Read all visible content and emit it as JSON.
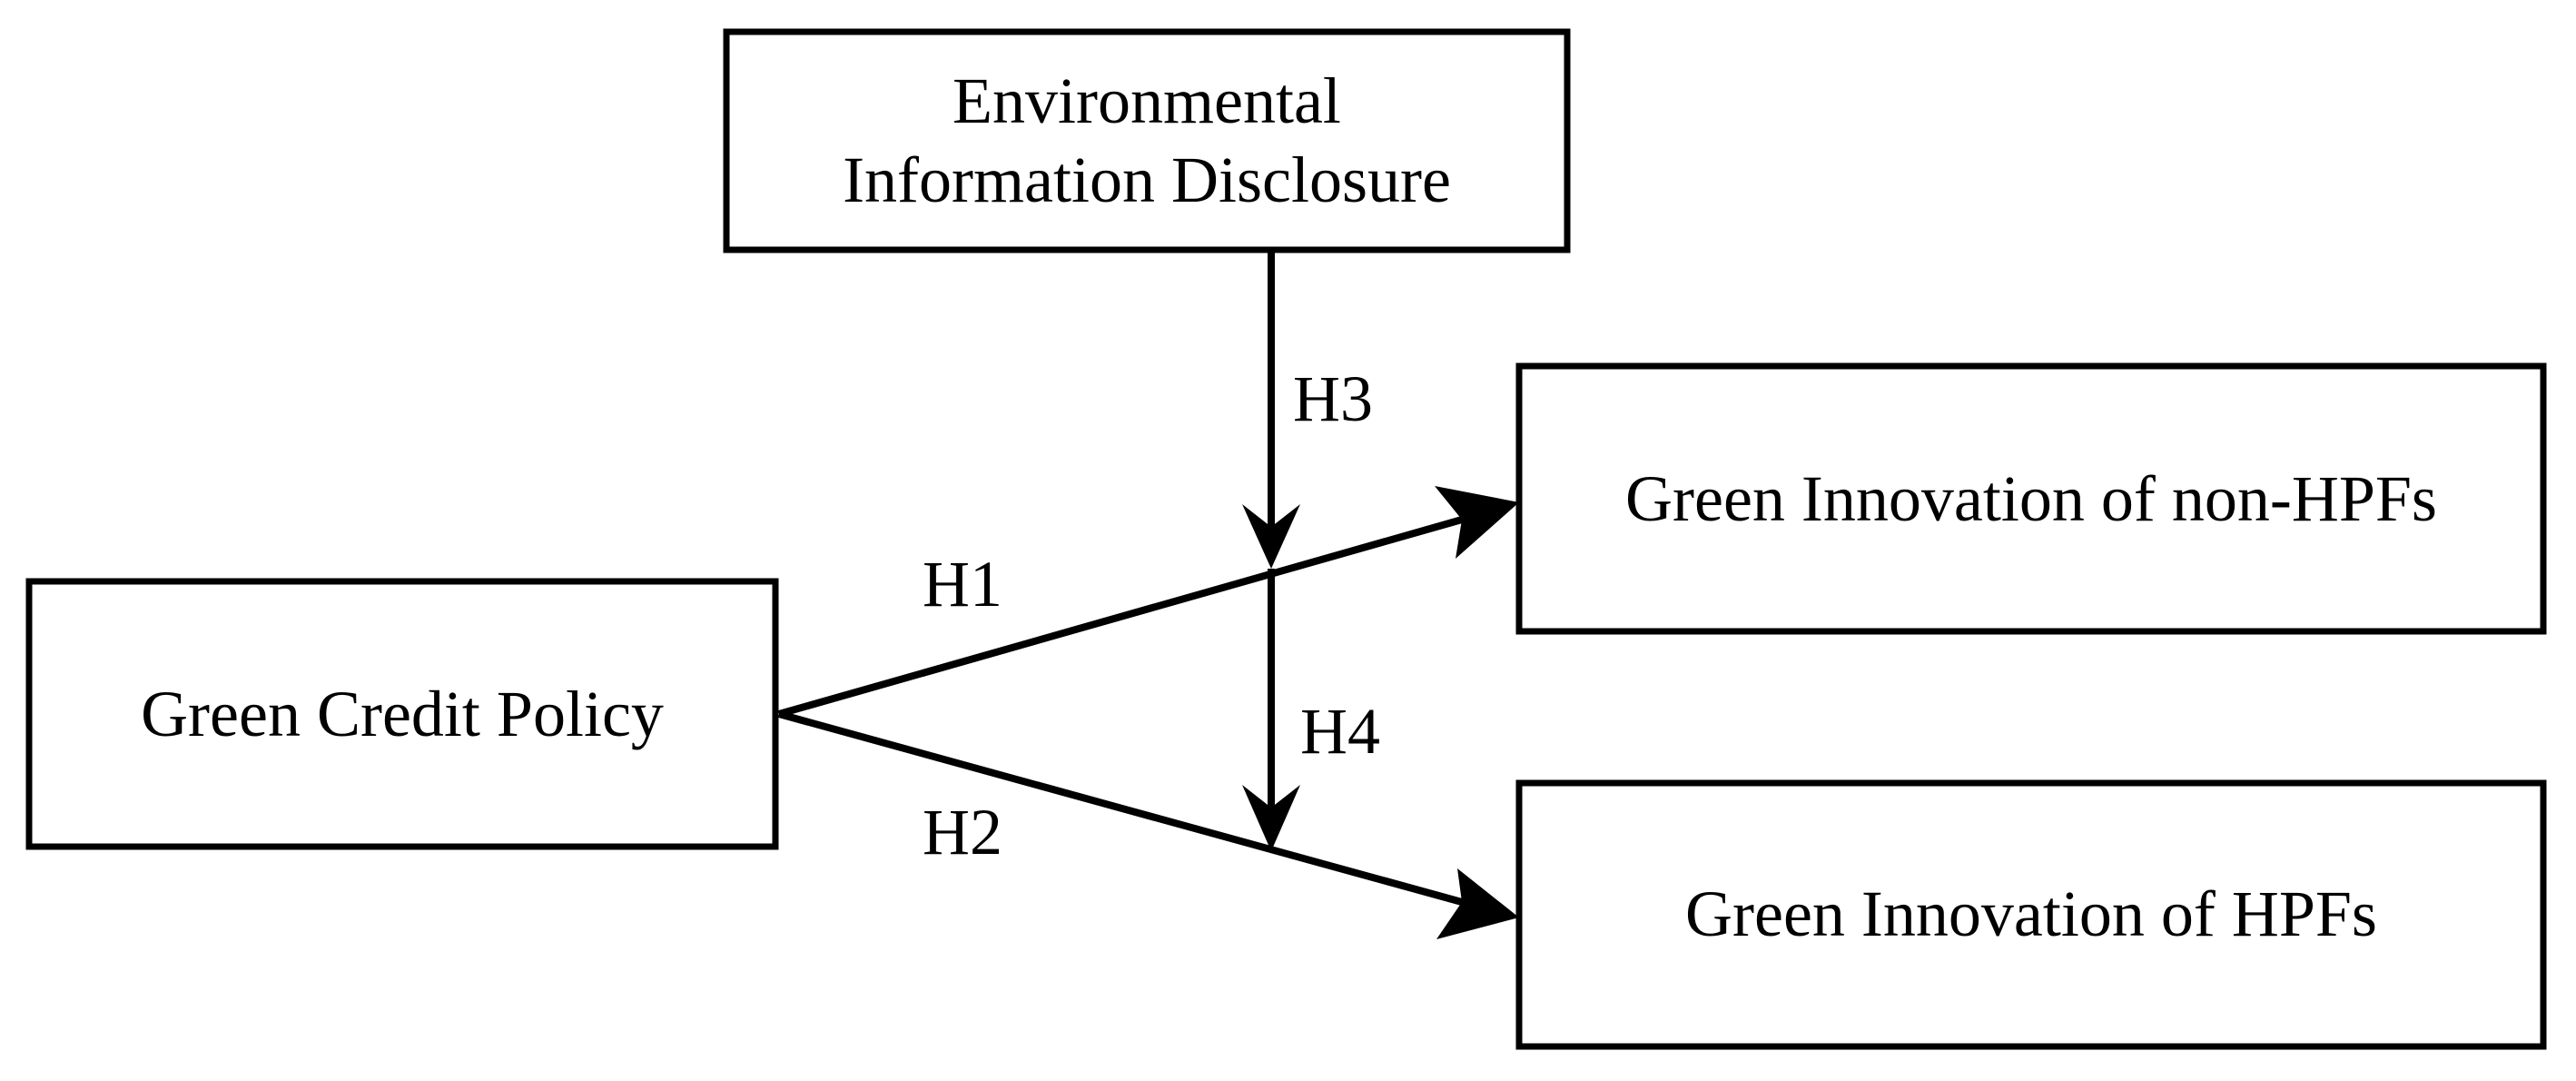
{
  "nodes": {
    "disclosure": {
      "line1": "Environmental",
      "line2": "Information Disclosure"
    },
    "policy": {
      "label": "Green Credit Policy"
    },
    "non_hpf": {
      "label": "Green Innovation of non-HPFs"
    },
    "hpf": {
      "label": "Green Innovation of HPFs"
    }
  },
  "hypotheses": {
    "h1": "H1",
    "h2": "H2",
    "h3": "H3",
    "h4": "H4"
  }
}
